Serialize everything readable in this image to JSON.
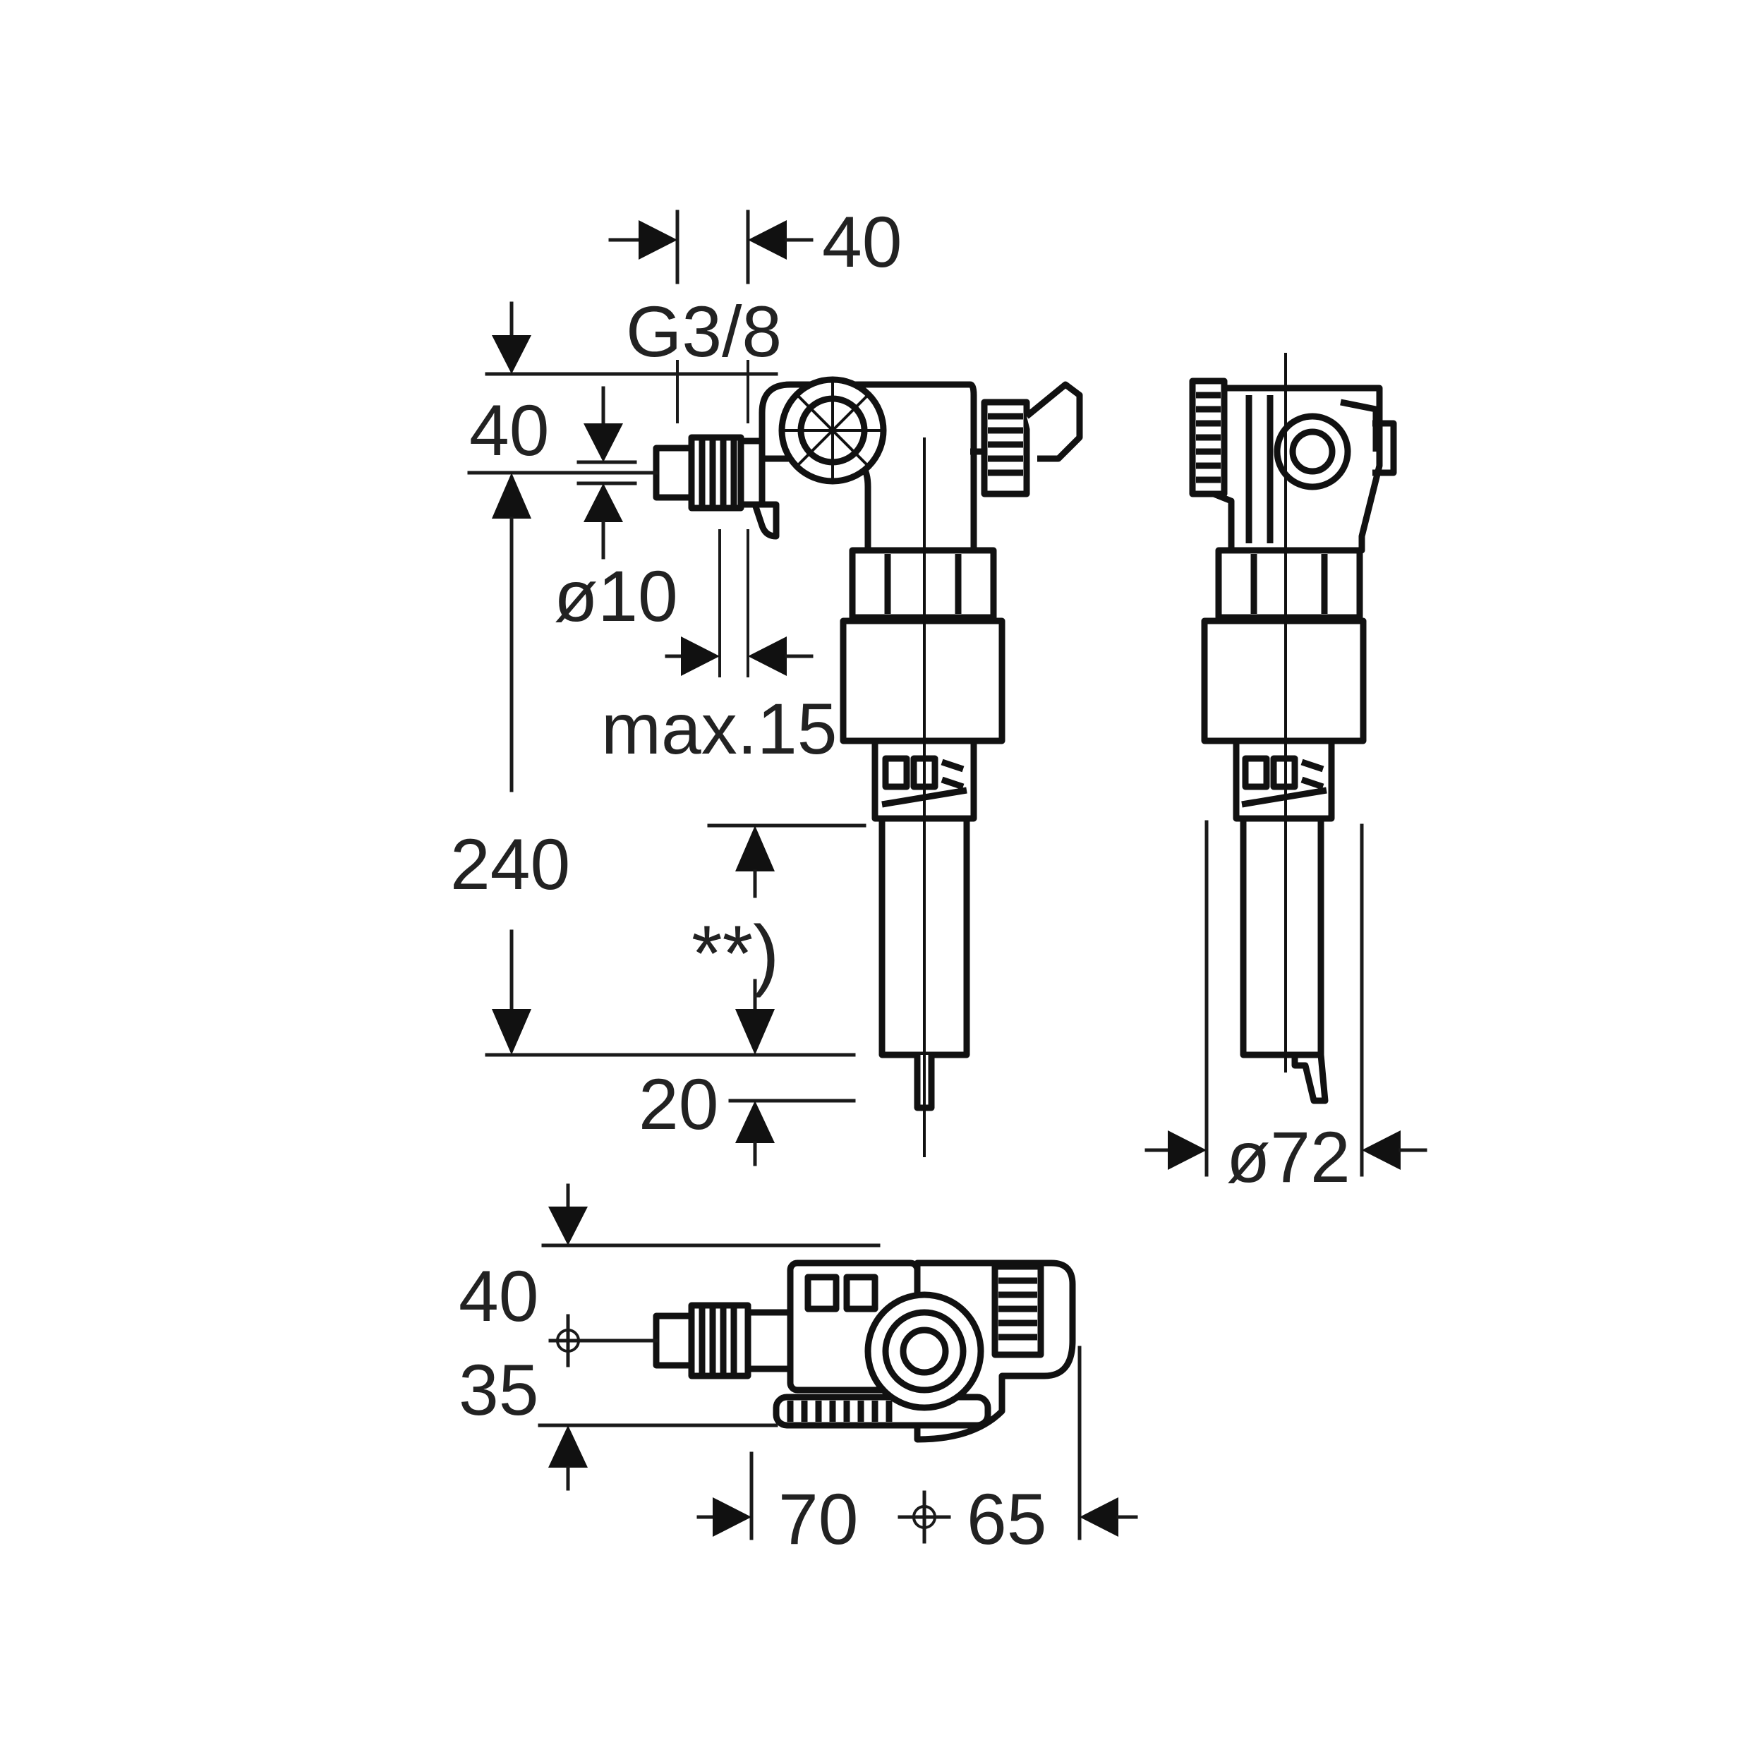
{
  "labels": {
    "top_40": "40",
    "thread": "G3/8",
    "left_40": "40",
    "dia_10": "ø10",
    "max_15": "max.15",
    "height_240": "240",
    "stars": "**)",
    "gap_20": "20",
    "dia_72": "ø72",
    "plan_40": "40",
    "plan_35": "35",
    "plan_70": "70",
    "plan_65": "65"
  }
}
